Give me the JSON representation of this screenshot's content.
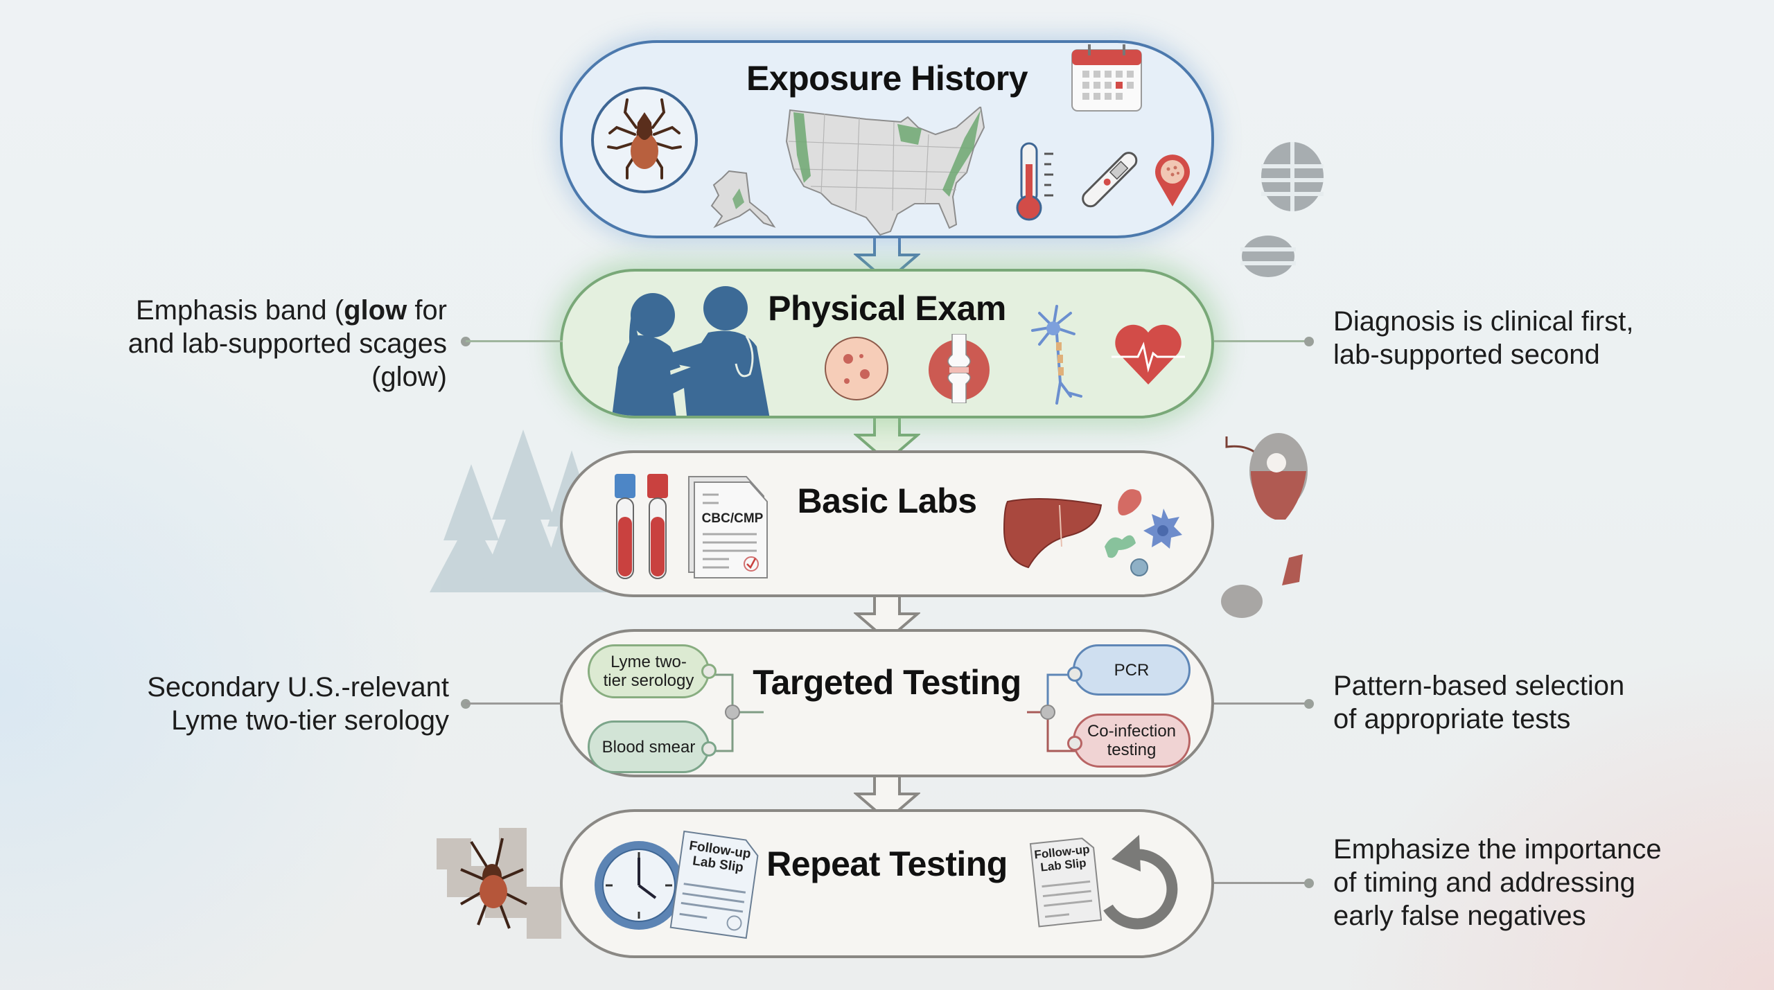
{
  "stages": [
    {
      "id": "exposure-history",
      "title": "Exposure History",
      "accent": "#4c79ad",
      "icons": [
        "tick-icon",
        "alaska-map-icon",
        "us-map-icon",
        "calendar-icon",
        "thermometer-icon",
        "digital-thermometer-icon",
        "location-pin-icon"
      ]
    },
    {
      "id": "physical-exam",
      "title": "Physical Exam",
      "accent": "#79a878",
      "icons": [
        "patient-doctor-silhouette-icon",
        "skin-rash-icon",
        "joint-icon",
        "neuron-icon",
        "heart-ecg-icon"
      ]
    },
    {
      "id": "basic-labs",
      "title": "Basic Labs",
      "accent": "#8a8884",
      "icons": [
        "blood-tubes-icon",
        "lab-report-icon",
        "liver-icon",
        "blood-cells-icon"
      ],
      "report_label": "CBC/CMP"
    },
    {
      "id": "targeted-testing",
      "title": "Targeted Testing",
      "accent": "#8a8884",
      "left_tests": [
        "Lyme two-\ntier serology",
        "Blood smear"
      ],
      "right_tests": [
        "PCR",
        "Co-infection\ntesting"
      ]
    },
    {
      "id": "repeat-testing",
      "title": "Repeat Testing",
      "accent": "#8a8884",
      "icons": [
        "clock-icon",
        "follow-up-lab-slip-icon",
        "follow-up-lab-slip-icon",
        "repeat-arrow-icon"
      ],
      "slip_label_line1": "Follow-up",
      "slip_label_line2": "Lab Slip"
    }
  ],
  "annotations": {
    "left_physical": {
      "line1_pre": "Emphasis band (",
      "line1_bold": "glow",
      "line1_post": " for",
      "line2": "and lab-supported scages",
      "line3": "(glow)"
    },
    "right_physical": {
      "line1": "Diagnosis is clinical first,",
      "line2": "lab-supported second"
    },
    "left_targeted": {
      "line1": "Secondary U.S.-relevant",
      "line2": "Lyme two-tier serology"
    },
    "right_targeted": {
      "line1": "Pattern-based selection",
      "line2": "of appropriate tests"
    },
    "right_repeat": {
      "line1": "Emphasize the importance",
      "line2": "of timing and addressing",
      "line3": "early false negatives"
    }
  },
  "decorations": [
    "footprints-icon",
    "tick-footprint-icon",
    "pine-trees-icon",
    "midwest-map-tick-icon"
  ],
  "colors": {
    "blue_accent": "#4c79ad",
    "green_accent": "#79a878",
    "gray_border": "#8a8884",
    "tick_brown": "#7a3f25",
    "alert_red": "#c9413f"
  }
}
